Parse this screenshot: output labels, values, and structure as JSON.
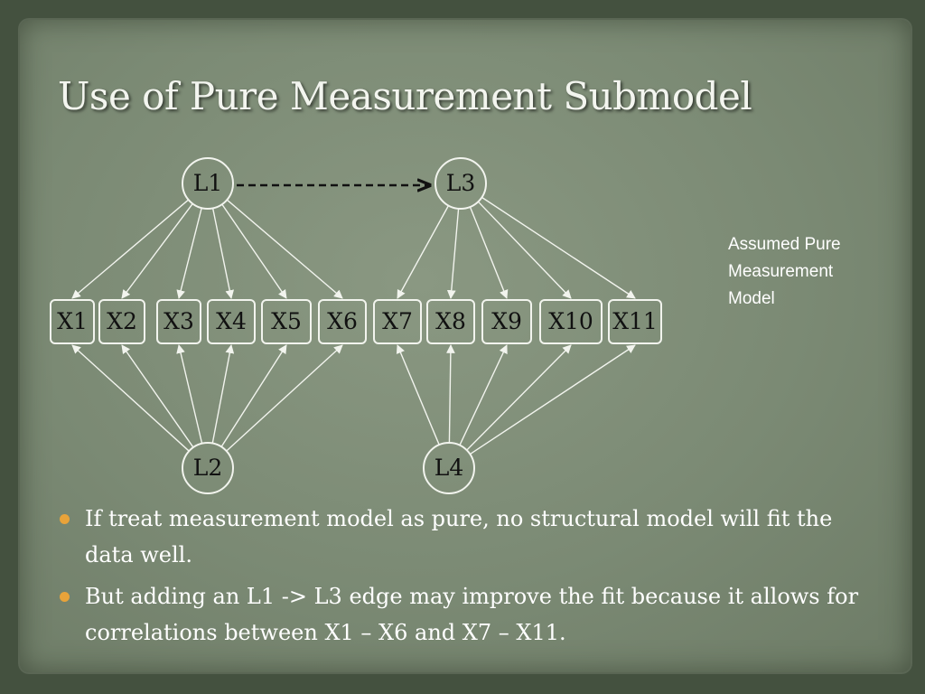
{
  "slide": {
    "title": "Use of Pure Measurement Submodel",
    "note_lines": [
      "Assumed Pure",
      "Measurement",
      "Model"
    ],
    "bullets": [
      "If treat measurement model as pure, no structural model will fit the data well.",
      "But adding an L1 -> L3 edge may improve the fit because it allows for correlations between X1 – X6 and X7 – X11."
    ]
  },
  "diagram": {
    "latents": [
      {
        "id": "L1",
        "label": "L1"
      },
      {
        "id": "L3",
        "label": "L3"
      },
      {
        "id": "L2",
        "label": "L2"
      },
      {
        "id": "L4",
        "label": "L4"
      }
    ],
    "observed": [
      {
        "id": "X1",
        "label": "X1"
      },
      {
        "id": "X2",
        "label": "X2"
      },
      {
        "id": "X3",
        "label": "X3"
      },
      {
        "id": "X4",
        "label": "X4"
      },
      {
        "id": "X5",
        "label": "X5"
      },
      {
        "id": "X6",
        "label": "X6"
      },
      {
        "id": "X7",
        "label": "X7"
      },
      {
        "id": "X8",
        "label": "X8"
      },
      {
        "id": "X9",
        "label": "X9"
      },
      {
        "id": "X10",
        "label": "X10"
      },
      {
        "id": "X11",
        "label": "X11"
      }
    ],
    "edges": [
      {
        "from": "L1",
        "to": "X1"
      },
      {
        "from": "L1",
        "to": "X2"
      },
      {
        "from": "L1",
        "to": "X3"
      },
      {
        "from": "L1",
        "to": "X4"
      },
      {
        "from": "L1",
        "to": "X5"
      },
      {
        "from": "L1",
        "to": "X6"
      },
      {
        "from": "L3",
        "to": "X7"
      },
      {
        "from": "L3",
        "to": "X8"
      },
      {
        "from": "L3",
        "to": "X9"
      },
      {
        "from": "L3",
        "to": "X10"
      },
      {
        "from": "L3",
        "to": "X11"
      },
      {
        "from": "L2",
        "to": "X1"
      },
      {
        "from": "L2",
        "to": "X2"
      },
      {
        "from": "L2",
        "to": "X3"
      },
      {
        "from": "L2",
        "to": "X4"
      },
      {
        "from": "L2",
        "to": "X5"
      },
      {
        "from": "L2",
        "to": "X6"
      },
      {
        "from": "L4",
        "to": "X7"
      },
      {
        "from": "L4",
        "to": "X8"
      },
      {
        "from": "L4",
        "to": "X9"
      },
      {
        "from": "L4",
        "to": "X10"
      },
      {
        "from": "L4",
        "to": "X11"
      }
    ],
    "dashed_edges": [
      {
        "from": "L1",
        "to": "L3"
      }
    ]
  },
  "colors": {
    "bullet": "#e8a33a",
    "text": "#ffffff",
    "edge": "#f2f4ee"
  }
}
